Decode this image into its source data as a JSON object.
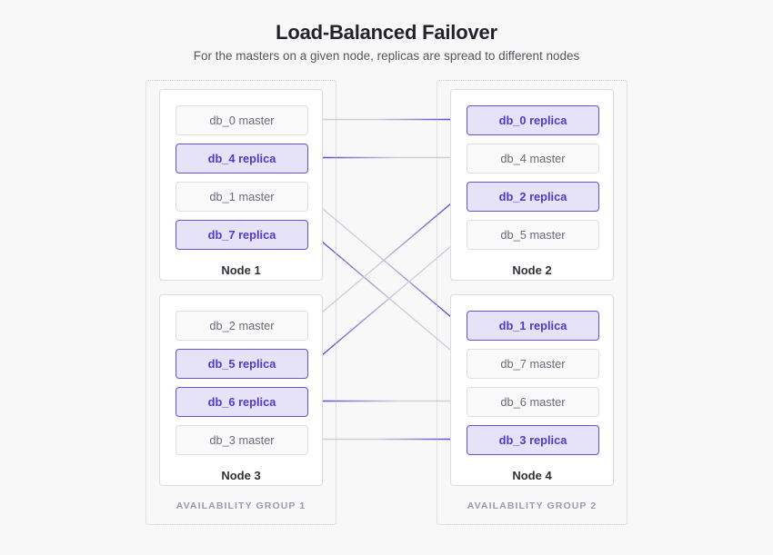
{
  "header": {
    "title": "Load-Balanced Failover",
    "subtitle": "For the masters on a given node, replicas are spread to different nodes"
  },
  "colors": {
    "background": "#f8f8f8",
    "replica_fill": "#e6e3f8",
    "replica_border": "#6a4fd8",
    "replica_text": "#5238c8",
    "master_fill": "#fafafb",
    "master_border": "#dedee5",
    "master_text": "#6a6a78",
    "arrow_purple": "#5a44cf",
    "arrow_gray": "#cfcfd8",
    "group_border": "#c9c9d2",
    "group_label": "#9b9bab"
  },
  "groups": [
    {
      "id": "ag1",
      "label": "AVAILABILITY GROUP 1"
    },
    {
      "id": "ag2",
      "label": "AVAILABILITY GROUP 2"
    }
  ],
  "nodes": [
    {
      "id": "node1",
      "label": "Node 1",
      "group": "ag1",
      "boxes": [
        {
          "label": "db_0 master",
          "role": "master",
          "db": "db_0"
        },
        {
          "label": "db_4 replica",
          "role": "replica",
          "db": "db_4"
        },
        {
          "label": "db_1 master",
          "role": "master",
          "db": "db_1"
        },
        {
          "label": "db_7 replica",
          "role": "replica",
          "db": "db_7"
        }
      ]
    },
    {
      "id": "node2",
      "label": "Node 2",
      "group": "ag2",
      "boxes": [
        {
          "label": "db_0 replica",
          "role": "replica",
          "db": "db_0"
        },
        {
          "label": "db_4 master",
          "role": "master",
          "db": "db_4"
        },
        {
          "label": "db_2 replica",
          "role": "replica",
          "db": "db_2"
        },
        {
          "label": "db_5 master",
          "role": "master",
          "db": "db_5"
        }
      ]
    },
    {
      "id": "node3",
      "label": "Node 3",
      "group": "ag1",
      "boxes": [
        {
          "label": "db_2 master",
          "role": "master",
          "db": "db_2"
        },
        {
          "label": "db_5 replica",
          "role": "replica",
          "db": "db_5"
        },
        {
          "label": "db_6 replica",
          "role": "replica",
          "db": "db_6"
        },
        {
          "label": "db_3 master",
          "role": "master",
          "db": "db_3"
        }
      ]
    },
    {
      "id": "node4",
      "label": "Node 4",
      "group": "ag2",
      "boxes": [
        {
          "label": "db_1 replica",
          "role": "replica",
          "db": "db_1"
        },
        {
          "label": "db_7 master",
          "role": "master",
          "db": "db_7"
        },
        {
          "label": "db_6 master",
          "role": "master",
          "db": "db_6"
        },
        {
          "label": "db_3 replica",
          "role": "replica",
          "db": "db_3"
        }
      ]
    }
  ],
  "links": [
    {
      "db": "db_0",
      "from": "node1",
      "from_index": 0,
      "to": "node2",
      "to_index": 0
    },
    {
      "db": "db_4",
      "from": "node2",
      "from_index": 1,
      "to": "node1",
      "to_index": 1
    },
    {
      "db": "db_1",
      "from": "node1",
      "from_index": 2,
      "to": "node4",
      "to_index": 0
    },
    {
      "db": "db_7",
      "from": "node4",
      "from_index": 1,
      "to": "node1",
      "to_index": 3
    },
    {
      "db": "db_2",
      "from": "node3",
      "from_index": 0,
      "to": "node2",
      "to_index": 2
    },
    {
      "db": "db_5",
      "from": "node2",
      "from_index": 3,
      "to": "node3",
      "to_index": 1
    },
    {
      "db": "db_6",
      "from": "node4",
      "from_index": 2,
      "to": "node3",
      "to_index": 2
    },
    {
      "db": "db_3",
      "from": "node3",
      "from_index": 3,
      "to": "node4",
      "to_index": 3
    }
  ]
}
